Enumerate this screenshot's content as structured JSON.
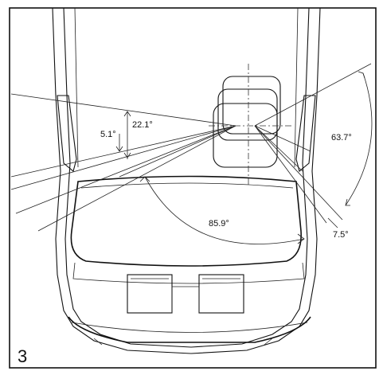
{
  "figure": {
    "number": "3",
    "angles": {
      "a1": "5.1°",
      "a2": "22.1°",
      "a3": "63.7°",
      "a4": "85.9°",
      "a5": "7.5°"
    }
  }
}
